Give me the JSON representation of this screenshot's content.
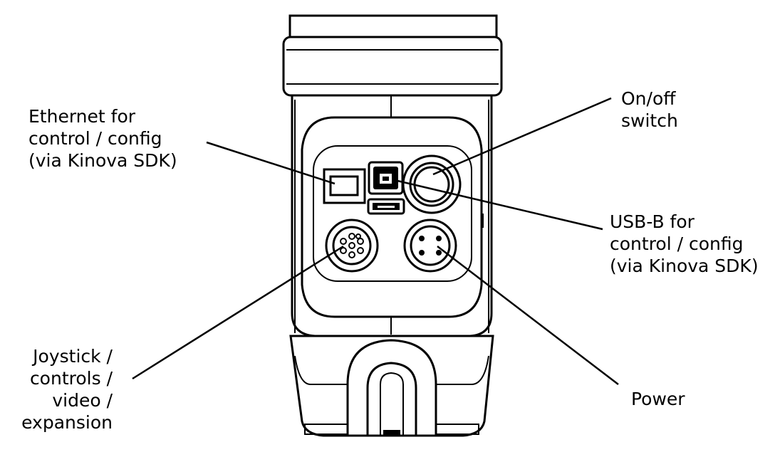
{
  "callouts": {
    "ethernet": [
      "Ethernet for",
      "control / config",
      "(via Kinova SDK)"
    ],
    "on_off": [
      "On/off",
      "switch"
    ],
    "usb_b": [
      "USB-B for",
      "control / config",
      "(via Kinova SDK)"
    ],
    "joystick": [
      "Joystick /",
      "controls /",
      "video /",
      "expansion"
    ],
    "power": [
      "Power"
    ]
  },
  "colors": {
    "line": "#000000",
    "background": "#ffffff"
  }
}
